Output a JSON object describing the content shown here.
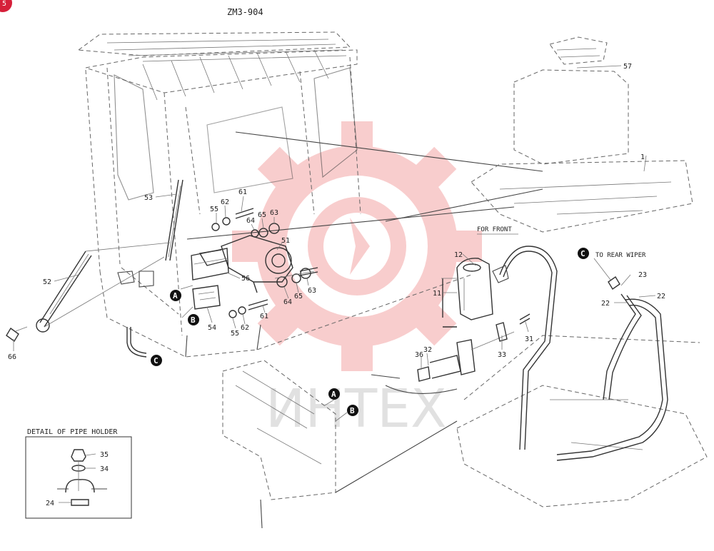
{
  "diagram_code": "ZM3-904",
  "corner_marker": "5",
  "label_for_front": "FOR FRONT",
  "label_to_rear_wiper": "TO REAR WIPER",
  "detail_title": "DETAIL OF PIPE HOLDER",
  "watermark_text": "ИНТЕХ",
  "callouts": {
    "a": "A",
    "b": "B",
    "c": "C"
  },
  "part_numbers": {
    "p1": "1",
    "p11": "11",
    "p12": "12",
    "p22a": "22",
    "p22b": "22",
    "p23": "23",
    "p24": "24",
    "p31": "31",
    "p32": "32",
    "p33": "33",
    "p34": "34",
    "p35": "35",
    "p36": "36",
    "p51": "51",
    "p52": "52",
    "p53": "53",
    "p54": "54",
    "p55a": "55",
    "p55b": "55",
    "p56": "56",
    "p57": "57",
    "p61a": "61",
    "p61b": "61",
    "p62a": "62",
    "p62b": "62",
    "p63a": "63",
    "p63b": "63",
    "p64a": "64",
    "p64b": "64",
    "p65a": "65",
    "p65b": "65",
    "p66": "66"
  },
  "colors": {
    "watermark": "#f4a6a6",
    "marker": "#d6203a",
    "line": "#444444"
  }
}
